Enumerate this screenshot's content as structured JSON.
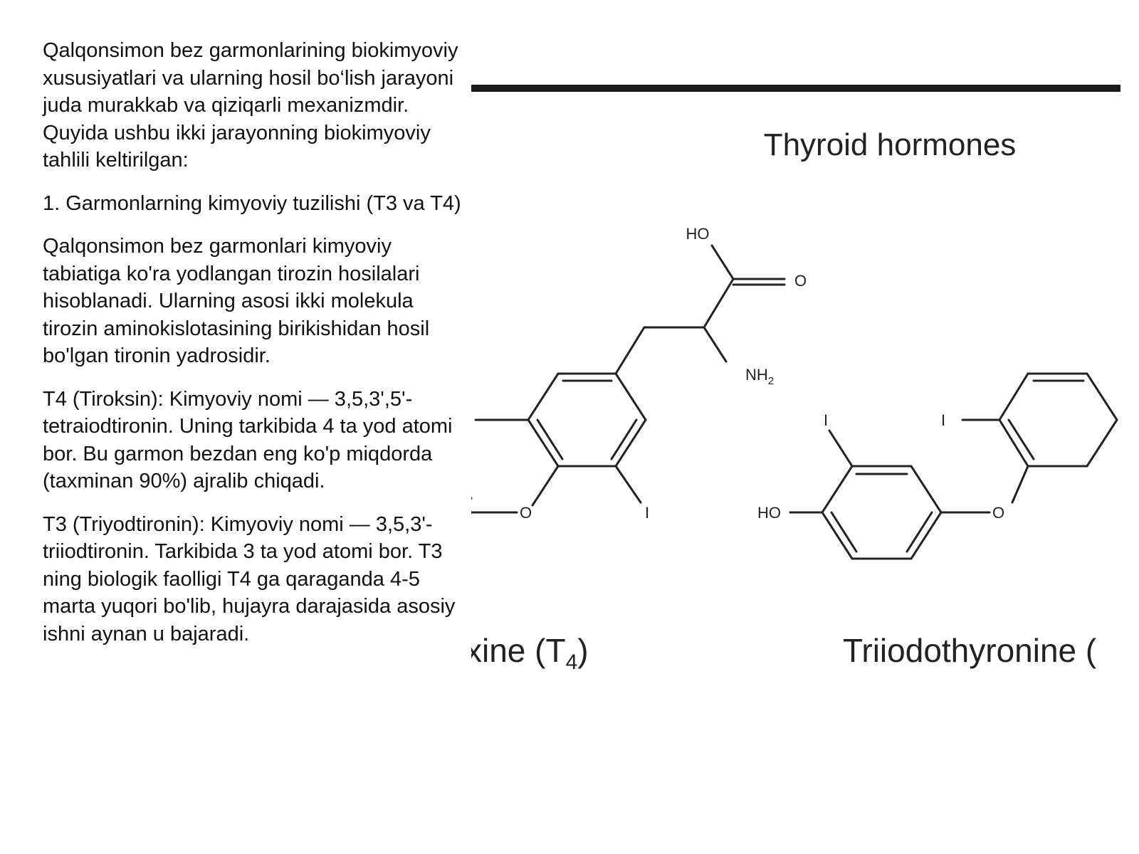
{
  "text": {
    "p1": "Qalqonsimon bez garmonlarining biokimyoviy xususiyatlari va ularning hosil bo‘lish jarayoni juda murakkab va qiziqarli mexanizmdir. Quyida ushbu ikki jarayonning biokimyoviy tahlili keltirilgan:",
    "p2": "1. Garmonlarning kimyoviy tuzilishi (T3 va T4)",
    "p3": "Qalqonsimon bez garmonlari kimyoviy tabiatiga ko'ra yodlangan tirozin hosilalari hisoblanadi. Ularning asosi ikki molekula tirozin aminokislotasining birikishidan hosil bo'lgan tironin yadrosidir.",
    "p4": "T4 (Tiroksin): Kimyoviy nomi — 3,5,3',5'-tetraiodtironin. Uning tarkibida 4 ta yod atomi bor. Bu garmon bezdan eng ko'p miqdorda (taxminan 90%) ajralib chiqadi.",
    "p5": "T3 (Triyodtironin): Kimyoviy nomi — 3,5,3'-triiodtironin. Tarkibida 3 ta yod atomi bor. T3 ning biologik faolligi T4 ga qaraganda 4-5 marta yuqori bo'lib, hujayra darajasida asosiy ishni aynan u bajaradi."
  },
  "figure": {
    "title": "Thyroid hormones",
    "atom_ho_top": "HO",
    "atom_o_carbonyl": "O",
    "atom_nh2": "NH",
    "atom_nh2_sub": "2",
    "atom_i_left": "I",
    "atom_i_right": "I",
    "atom_o_ether_left": "O",
    "atom_i_t3_a": "I",
    "atom_i_t3_b": "I",
    "atom_ho_t3": "HO",
    "atom_o_ether_t3": "O",
    "label_t4": "xine (T",
    "label_t4_sub": "4",
    "label_t4_end": ")",
    "label_t3": "Triiodothyronine ("
  }
}
